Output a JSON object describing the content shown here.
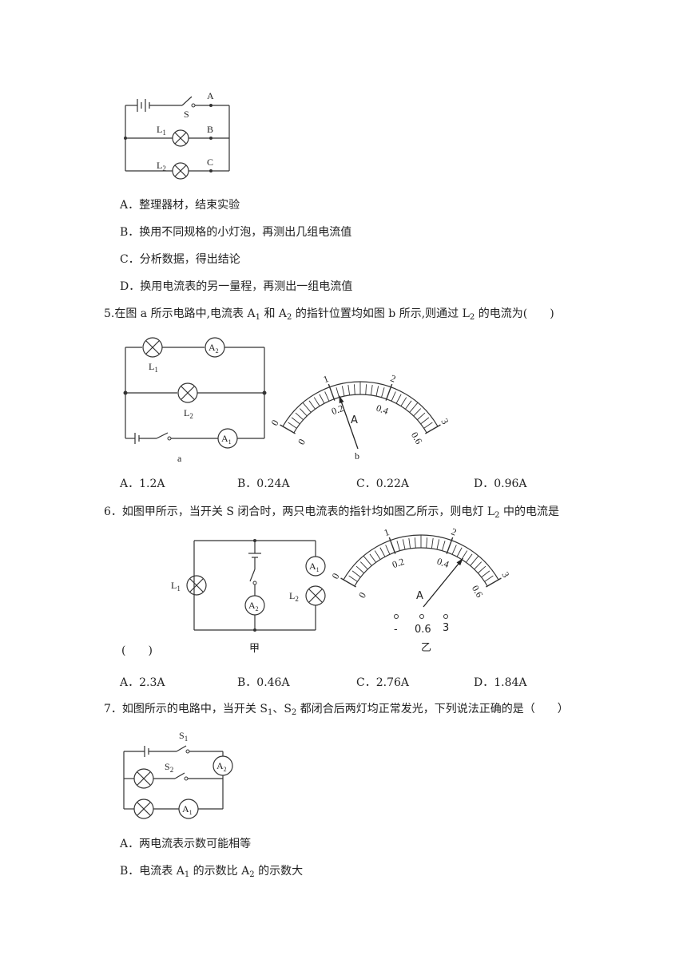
{
  "q4": {
    "figure": {
      "A": "A",
      "B": "B",
      "C": "C",
      "S": "S",
      "L1": "L",
      "L1_sub": "1",
      "L2": "L",
      "L2_sub": "2"
    },
    "options": [
      "A．整理器材，结束实验",
      "B．换用不同规格的小灯泡，再测出几组电流值",
      "C．分析数据，得出结论",
      "D．换用电流表的另一量程，再测出一组电流值"
    ]
  },
  "q5": {
    "stem": {
      "p1": "5.在图 a 所示电路中,电流表 A",
      "s1": "1",
      "p2": " 和 A",
      "s2": "2",
      "p3": " 的指针位置均如图 b 所示,则通过 L",
      "s3": "2",
      "p4": " 的电流为(　　)"
    },
    "figure": {
      "A1": "A",
      "A1_sub": "1",
      "A2": "A",
      "A2_sub": "2",
      "L1": "L",
      "L1_sub": "1",
      "L2": "L",
      "L2_sub": "2",
      "caption_a": "a",
      "caption_b": "b",
      "unit": "A",
      "upper_ticks": [
        "1",
        "2",
        "3"
      ],
      "lower_ticks": [
        "0",
        "0.2",
        "0.4",
        "0.6"
      ],
      "zero_upper": "0"
    },
    "options": [
      "A．1.2A",
      "B．0.24A",
      "C．0.22A",
      "D．0.96A"
    ]
  },
  "q6": {
    "stem": {
      "p1": "6．如图甲所示，当开关 S 闭合时，两只电流表的指针均如图乙所示，则电灯 L",
      "s1": "2",
      "p2": " 中的电流是"
    },
    "blank": "(　　)",
    "figure": {
      "A1": "A",
      "A1_sub": "1",
      "A2": "A",
      "A2_sub": "2",
      "L1": "L",
      "L1_sub": "1",
      "L2": "L",
      "L2_sub": "2",
      "caption_jia": "甲",
      "caption_yi": "乙",
      "unit": "A",
      "upper_ticks": [
        "1",
        "2",
        "3"
      ],
      "lower_ticks": [
        "0",
        "0.2",
        "0.4",
        "0.6"
      ],
      "zero_upper": "0",
      "terminals": [
        "-",
        "0.6",
        "3"
      ]
    },
    "options": [
      "A．2.3A",
      "B．0.46A",
      "C．2.76A",
      "D．1.84A"
    ]
  },
  "q7": {
    "stem": {
      "p1": "7．如图所示的电路中，当开关 S",
      "s1": "1",
      "p2": "、S",
      "s2": "2",
      "p3": " 都闭合后两灯均正常发光，下列说法正确的是（　　）"
    },
    "figure": {
      "S1": "S",
      "S1_sub": "1",
      "S2": "S",
      "S2_sub": "2",
      "A1": "A",
      "A1_sub": "1",
      "A2": "A",
      "A2_sub": "2"
    },
    "options": {
      "a": "A．两电流表示数可能相等",
      "b": {
        "p1": "B．电流表 A",
        "s1": "1",
        "p2": " 的示数比 A",
        "s2": "2",
        "p3": " 的示数大"
      }
    }
  },
  "meters": {
    "q5_needle_fraction": 0.37,
    "q6_needle_fraction": 0.77
  }
}
